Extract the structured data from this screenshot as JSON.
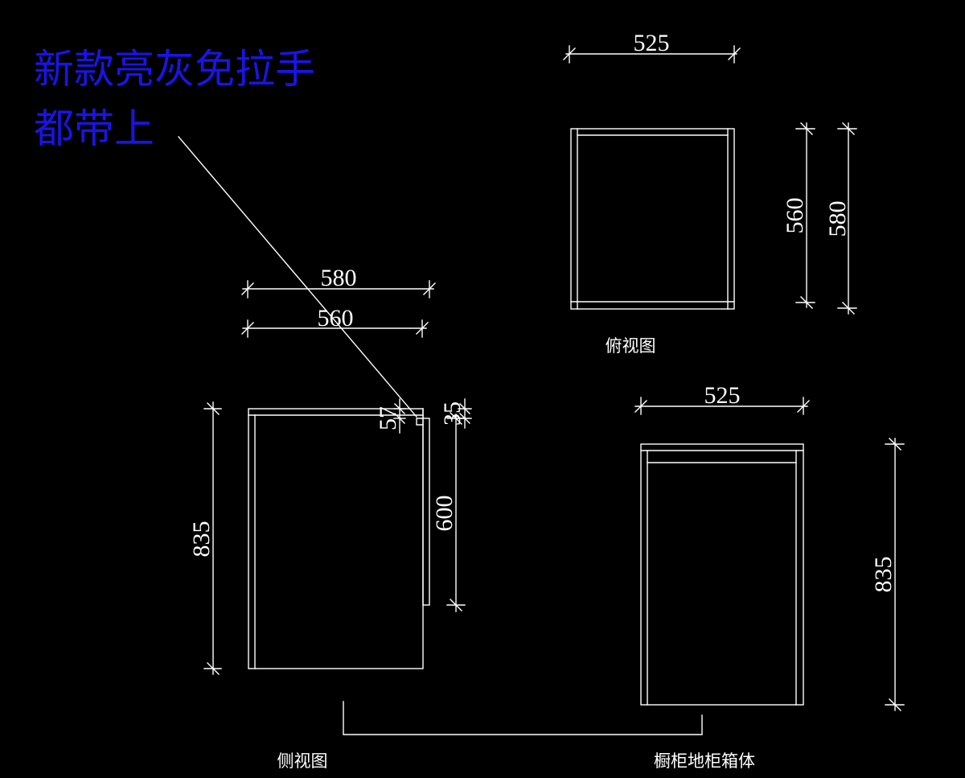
{
  "note": {
    "line1": "新款亮灰免拉手",
    "line2": "都带上"
  },
  "colors": {
    "background": "#000000",
    "lines": "#ffffff",
    "note": "#1a14e6"
  },
  "views": {
    "side": {
      "label": "侧视图",
      "dims": {
        "depth_outer": "580",
        "depth_inner": "560",
        "height": "835",
        "door_height": "600",
        "gap_a": "57",
        "gap_b": "35"
      }
    },
    "top": {
      "label": "俯视图",
      "dims": {
        "width": "525",
        "depth_inner": "560",
        "depth_outer": "580"
      }
    },
    "front": {
      "label": "橱柜地柜箱体",
      "dims": {
        "width": "525",
        "height": "835"
      }
    }
  }
}
